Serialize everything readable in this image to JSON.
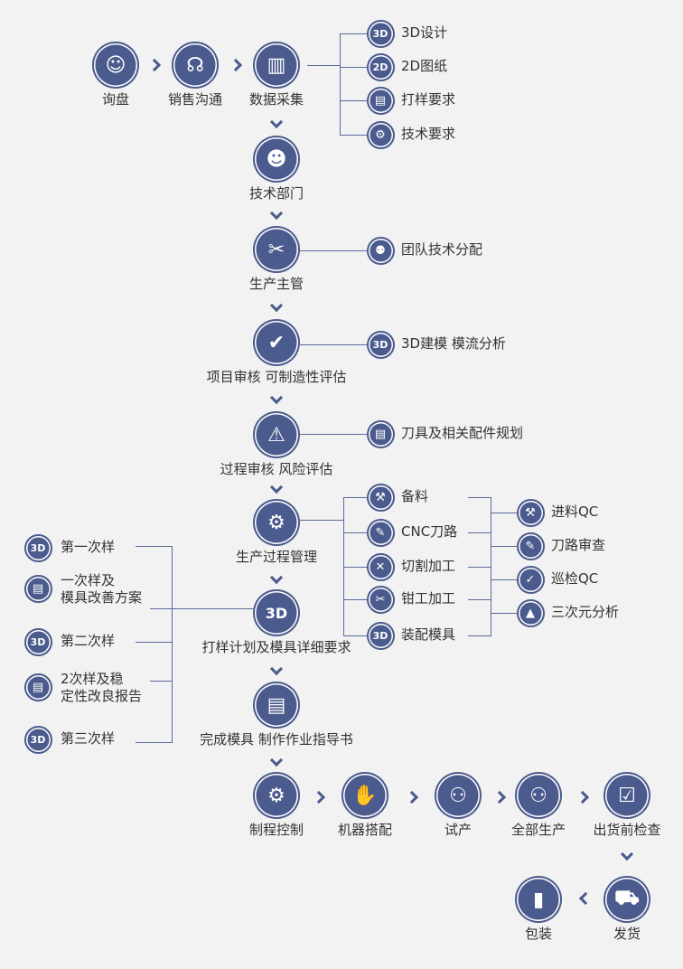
{
  "colors": {
    "primary": "#4b5b8d",
    "background": "#f2f2f2",
    "text": "#333333"
  },
  "main_flow": [
    {
      "label": "询盘",
      "icon": "customer-chat-icon"
    },
    {
      "label": "销售沟通",
      "icon": "headset-icon"
    },
    {
      "label": "数据采集",
      "icon": "bar-chart-icon"
    },
    {
      "label": "技术部门",
      "icon": "engineer-icon"
    },
    {
      "label": "生产主管",
      "icon": "tools-icon"
    },
    {
      "label": "项目审核 可制造性评估",
      "icon": "check-badge-icon"
    },
    {
      "label": "过程审核 风险评估",
      "icon": "warning-icon"
    },
    {
      "label": "生产过程管理",
      "icon": "gears-icon"
    },
    {
      "label": "打样计划及模具详细要求",
      "icon": "cube-3d-icon"
    },
    {
      "label": "完成模具 制作作业指导书",
      "icon": "book-icon"
    },
    {
      "label": "制程控制",
      "icon": "process-gear-icon"
    },
    {
      "label": "机器搭配",
      "icon": "thumbs-up-icon"
    },
    {
      "label": "试产",
      "icon": "conveyor-icon"
    },
    {
      "label": "全部生产",
      "icon": "production-line-icon"
    },
    {
      "label": "出货前检查",
      "icon": "checklist-icon"
    },
    {
      "label": "发货",
      "icon": "truck-icon"
    },
    {
      "label": "包装",
      "icon": "package-icon"
    }
  ],
  "data_collection_items": [
    {
      "label": "3D设计",
      "icon": "cube-3d-icon"
    },
    {
      "label": "2D图纸",
      "icon": "2d-icon"
    },
    {
      "label": "打样要求",
      "icon": "clipboard-icon"
    },
    {
      "label": "技术要求",
      "icon": "gear-icon"
    }
  ],
  "side_items": [
    {
      "label": "团队技术分配",
      "icon": "team-icon"
    },
    {
      "label": "3D建模 模流分析",
      "icon": "cube-3d-icon"
    },
    {
      "label": "刀具及相关配件规划",
      "icon": "tool-list-icon"
    }
  ],
  "process_items": [
    {
      "label": "备料",
      "icon": "hammer-icon"
    },
    {
      "label": "CNC刀路",
      "icon": "cnc-icon"
    },
    {
      "label": "切割加工",
      "icon": "cross-tools-icon"
    },
    {
      "label": "钳工加工",
      "icon": "pliers-icon"
    },
    {
      "label": "装配模具",
      "icon": "cube-3d-icon"
    }
  ],
  "qc_items": [
    {
      "label": "进料QC",
      "icon": "hammer-icon"
    },
    {
      "label": "刀路审查",
      "icon": "cnc-icon"
    },
    {
      "label": "巡检QC",
      "icon": "document-check-icon"
    },
    {
      "label": "三次元分析",
      "icon": "chart-icon"
    }
  ],
  "sample_items": [
    {
      "label": "第一次样",
      "icon": "cube-3d-icon"
    },
    {
      "label": "一次样及\n模具改善方案",
      "icon": "document-icon"
    },
    {
      "label": "第二次样",
      "icon": "cube-3d-icon"
    },
    {
      "label": "2次样及稳\n定性改良报告",
      "icon": "document-icon"
    },
    {
      "label": "第三次样",
      "icon": "cube-3d-icon"
    }
  ]
}
